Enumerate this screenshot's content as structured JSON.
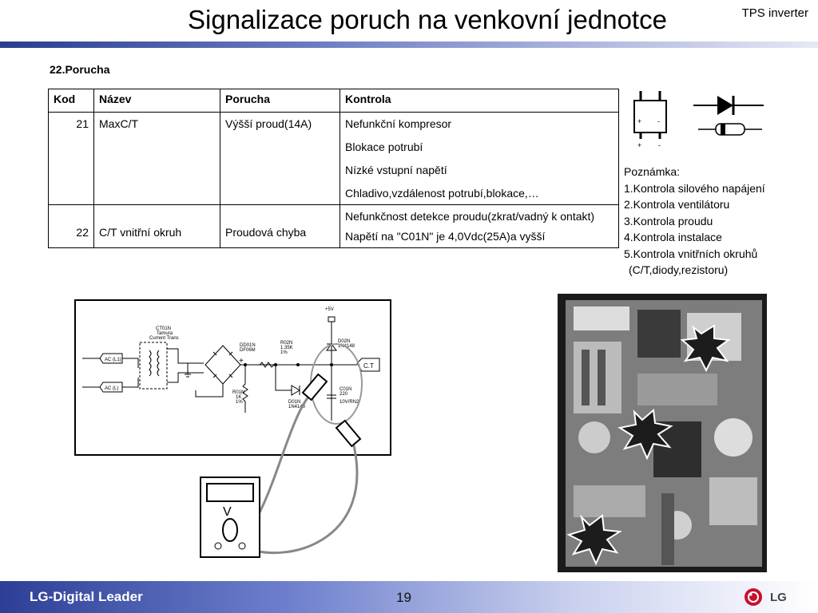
{
  "header": {
    "title": "Signalizace poruch na venkovní jednotce",
    "tag": "TPS inverter"
  },
  "section_title": "22.Porucha",
  "table": {
    "headers": [
      "Kod",
      "Název",
      "Porucha",
      "Kontrola"
    ],
    "rows": [
      {
        "code": "21",
        "name": "MaxC/T",
        "fault": "Výšší proud(14A)",
        "checks": [
          "Nefunkční kompresor",
          "Blokace potrubí",
          "Nízké vstupní napětí",
          "Chladivo,vzdálenost potrubí,blokace,…"
        ]
      },
      {
        "code": "22",
        "name": "C/T vnitřní okruh",
        "fault": "Proudová chyba",
        "checks": [
          "Nefunkčnost detekce proudu(zkrat/vadný k ontakt)",
          "Napětí na \"C01N\" je 4,0Vdc(25A)a vyšší"
        ]
      }
    ]
  },
  "notes": {
    "title": "Poznámka:",
    "items": [
      "1.Kontrola silového napájení",
      "2.Kontrola ventilátoru",
      "3.Kontrola proudu",
      "4.Kontrola instalace",
      "5.Kontrola vnitřních okruhů",
      "(C/T,diody,rezistoru)"
    ]
  },
  "schematic": {
    "labels": {
      "ct": "CT01N",
      "ct_sub1": "Tamura",
      "ct_sub2": "Current Trans",
      "ac_l1": "AC (L1)",
      "ac_l": "AC (L)",
      "dd01": "DD01N",
      "dd01_sub": "DF06M",
      "r02": "R02N",
      "r02_v1": "1.35K",
      "r02_v2": "1%",
      "r01": "R01N",
      "r01_v1": "1K",
      "r01_v2": "1%",
      "d02": "D02N",
      "d02_sub": "1N4148",
      "d01": "D01N",
      "d01_sub": "1N4148",
      "vcc": "+5V",
      "ct_out": "C.T",
      "cap": "C01N",
      "cap_v1": "220",
      "cap_v2": "10V/RN2"
    },
    "meter_label": "V"
  },
  "symbols": {
    "plus": "+",
    "minus": "-"
  },
  "footer": {
    "left": "LG-Digital Leader",
    "page": "19",
    "logo_text": "LG"
  },
  "colors": {
    "footer_blue": "#2c3f96",
    "photo_bg": "#111111",
    "logo_red": "#c8102e"
  }
}
